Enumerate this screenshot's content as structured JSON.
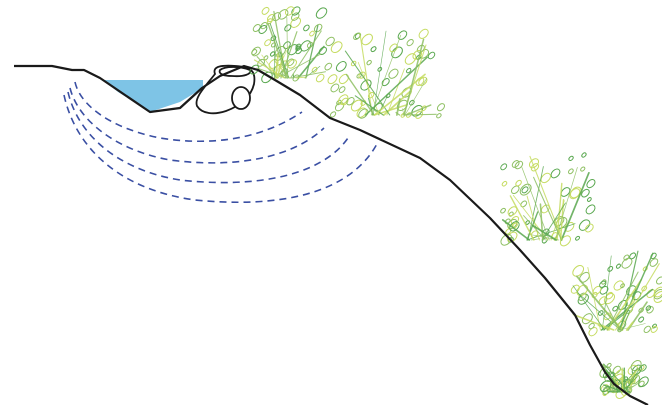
{
  "diagram": {
    "type": "slope-cross-section",
    "colors": {
      "ground_line": "#1a1a1a",
      "water": "#7ec4e6",
      "seepage": "#3a4fa3",
      "vegetation_light": "#c6dc62",
      "vegetation_mid": "#8fc064",
      "vegetation_dark": "#5aa850",
      "rock_fill": "#ffffff"
    },
    "icons": [
      "boulder-icon",
      "shrub-icon",
      "grass-icon"
    ],
    "vegetation_clusters": 5,
    "seepage_lines": 4,
    "labels": []
  }
}
